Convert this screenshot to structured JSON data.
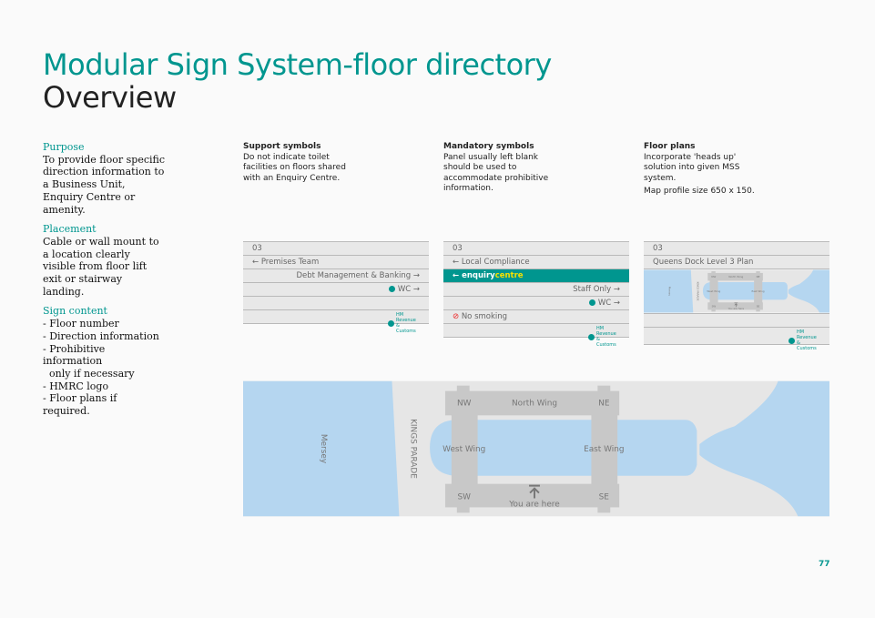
{
  "title": "Modular Sign System-floor directory",
  "subtitle": "Overview",
  "sidebar": [
    {
      "heading": "Purpose",
      "text": "To provide floor specific direction information to a Business Unit, Enquiry Centre or amenity."
    },
    {
      "heading": "Placement",
      "text": "Cable or wall mount to a location clearly visible from floor lift exit or stairway landing."
    },
    {
      "heading": "Sign content",
      "items": [
        "- Floor number",
        "- Direction information",
        "- Prohibitive information",
        "  only if necessary",
        "- HMRC logo",
        "- Floor plans if required."
      ]
    }
  ],
  "columns": [
    {
      "heading": "Support symbols",
      "text": "Do not indicate toilet facilities on floors shared with an Enquiry Centre."
    },
    {
      "heading": "Mandatory symbols",
      "text": "Panel usually left blank should be used to accommodate prohibitive information."
    },
    {
      "heading": "Floor plans",
      "text": "Incorporate 'heads up' solution into given MSS system.",
      "text2": "Map profile size 650 x 150."
    }
  ],
  "sign1": {
    "floor": "03",
    "rows": [
      "← Premises Team",
      "Debt Management & Banking →",
      "WC →"
    ],
    "logo": "HM Revenue & Customs"
  },
  "sign2": {
    "floor": "03",
    "rows": [
      "← Local Compliance",
      "Staff Only →",
      "WC →",
      "No smoking"
    ],
    "enquiry1": "← enquiry",
    "enquiry2": "centre",
    "logo": "HM Revenue & Customs"
  },
  "sign3": {
    "floor": "03",
    "title": "Queens Dock Level 3 Plan",
    "logo": "HM Revenue & Customs"
  },
  "map": {
    "mersey": "Mersey",
    "road": "KINGS PARADE",
    "nw": "NW",
    "ne": "NE",
    "sw": "SW",
    "se": "SE",
    "north": "North Wing",
    "west": "West Wing",
    "east": "East Wing",
    "here": "You are here"
  },
  "colors": {
    "accent": "#00968f",
    "water": "#b5d6f0",
    "land": "#e6e6e6",
    "building": "#c8c8c8",
    "enquiry_yellow": "#f5e100"
  },
  "page_number": "77"
}
